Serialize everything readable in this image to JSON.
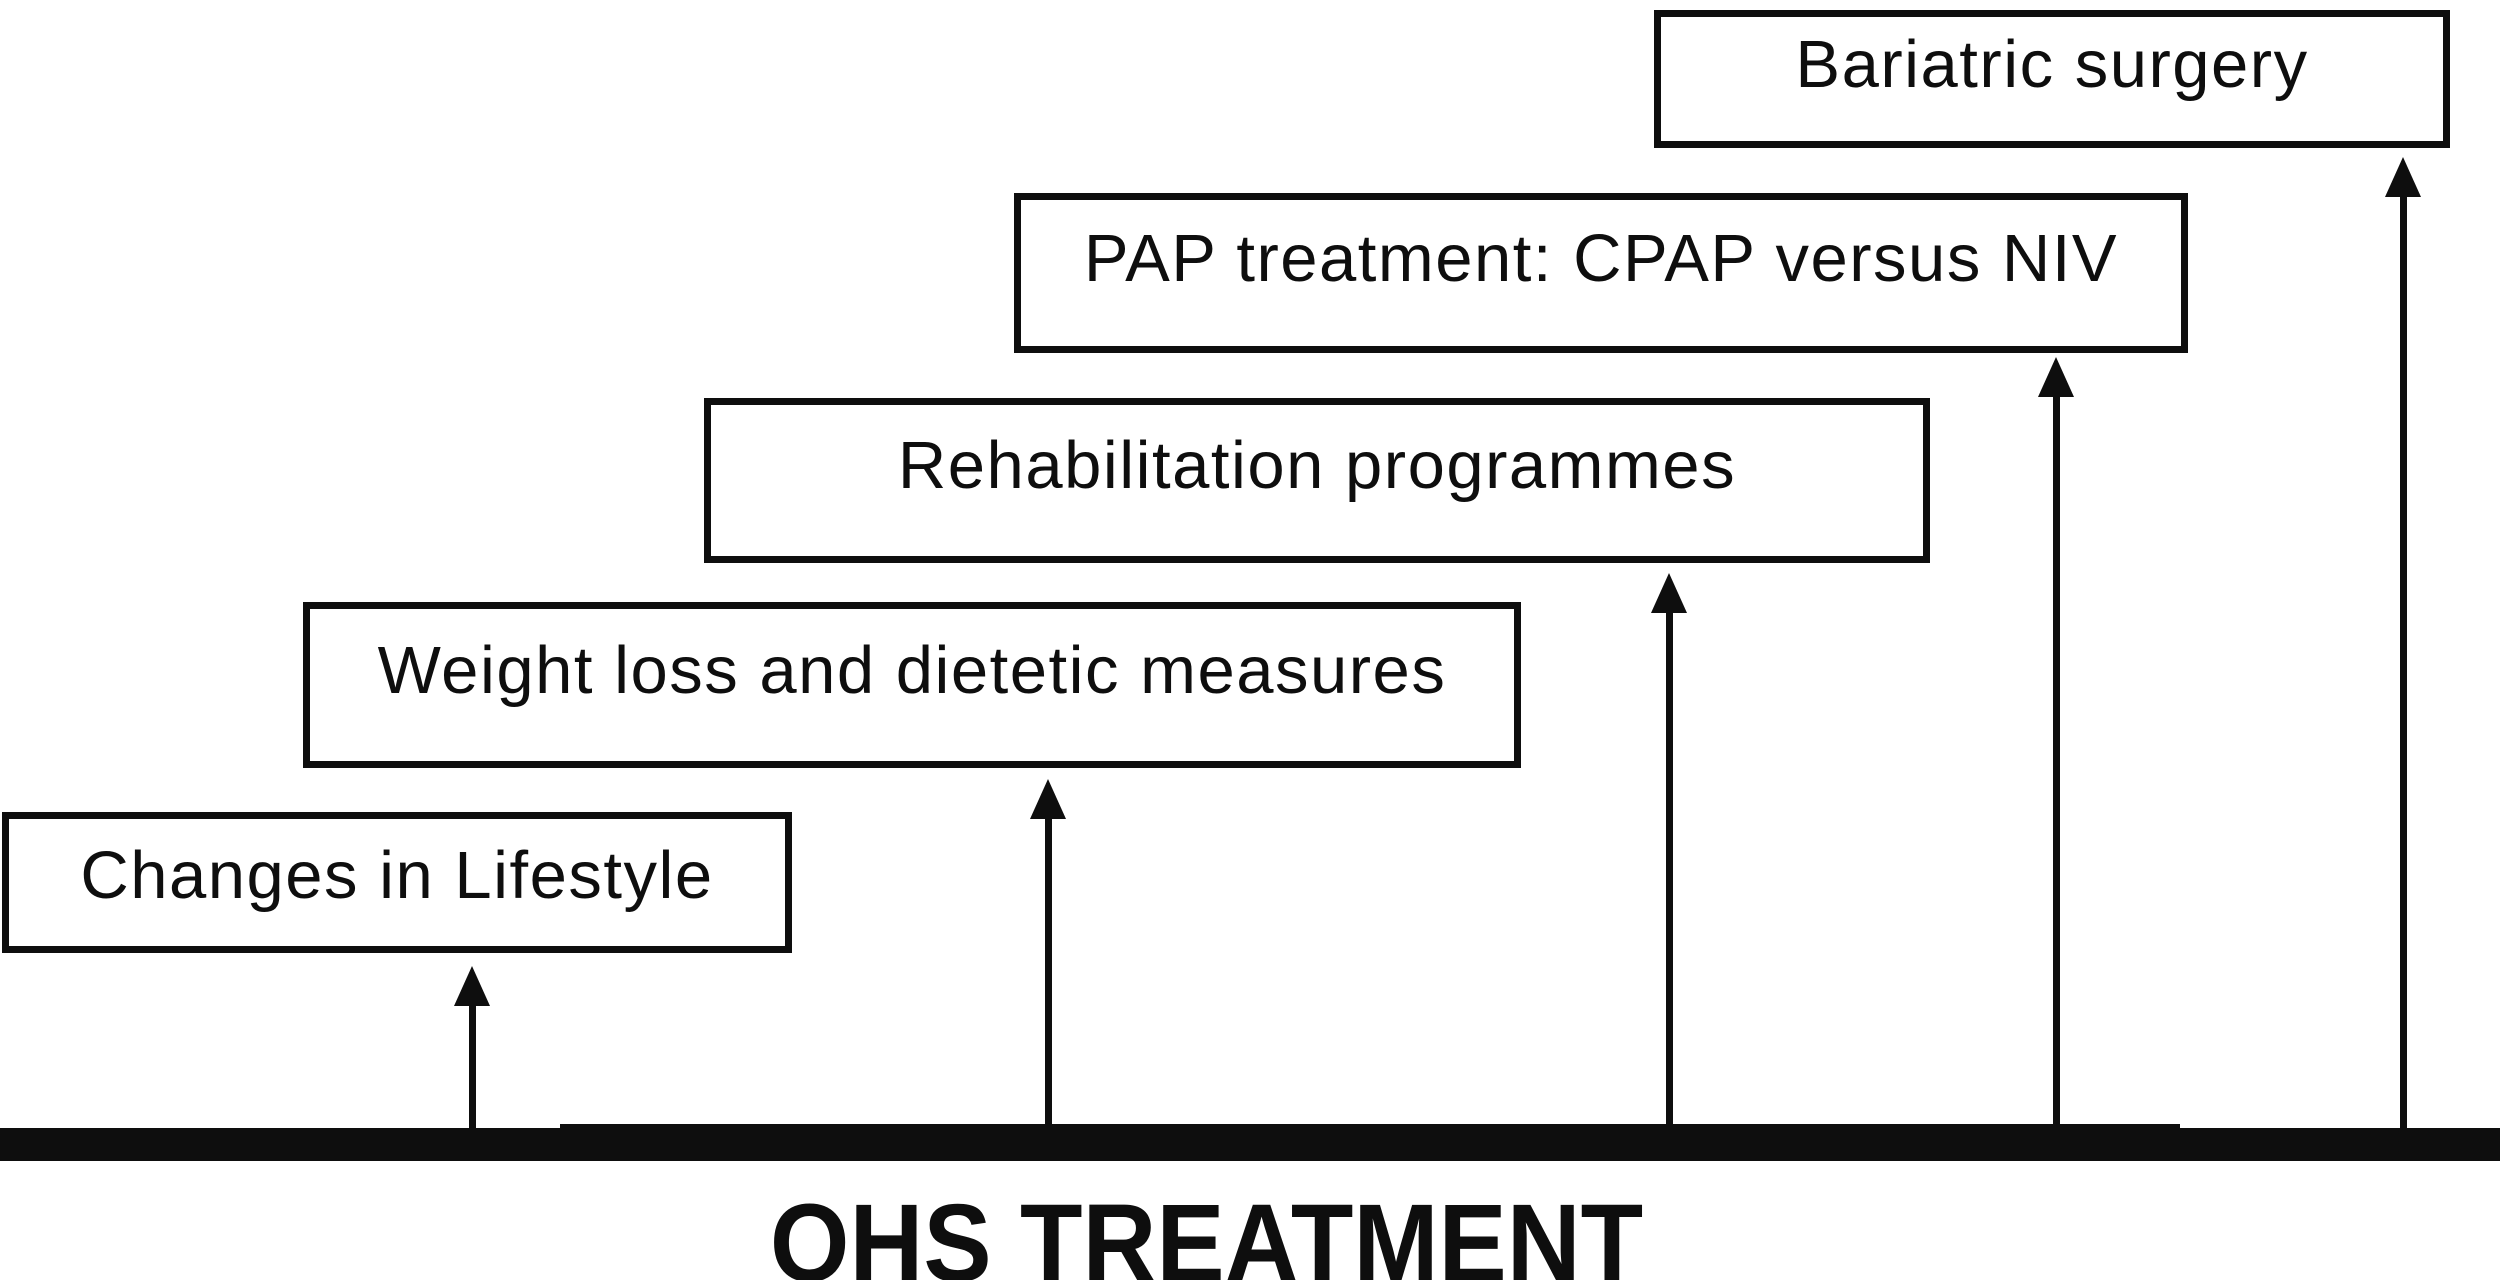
{
  "diagram": {
    "title": "OHS TREATMENT",
    "boxes": [
      {
        "label": "Changes in Lifestyle"
      },
      {
        "label": "Weight loss and dietetic measures"
      },
      {
        "label": "Rehabilitation programmes"
      },
      {
        "label": "PAP treatment: CPAP versus NIV"
      },
      {
        "label": "Bariatric surgery"
      }
    ],
    "arrows": [
      {
        "from": "baseline",
        "to": "Changes in Lifestyle"
      },
      {
        "from": "baseline",
        "to": "Weight loss and dietetic measures"
      },
      {
        "from": "baseline",
        "to": "Rehabilitation programmes"
      },
      {
        "from": "baseline",
        "to": "PAP treatment: CPAP versus NIV"
      },
      {
        "from": "baseline",
        "to": "Bariatric surgery"
      }
    ],
    "colors": {
      "ink": "#0e0e0e",
      "background": "#ffffff"
    }
  }
}
